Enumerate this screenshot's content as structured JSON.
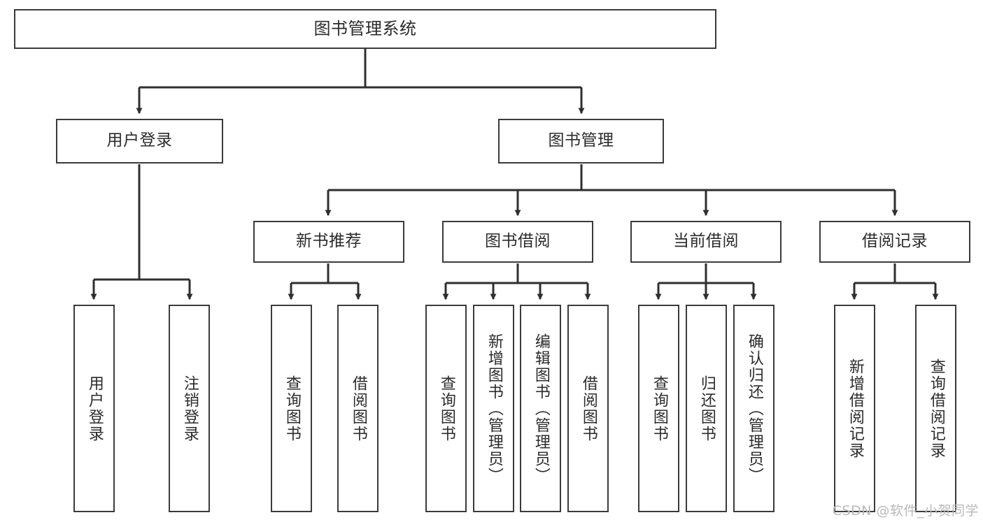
{
  "diagram": {
    "type": "tree",
    "title": "图书管理系统",
    "watermark": "CSDN @软件_小贺同学",
    "colors": {
      "box_border": "#3b3b3b",
      "box_fill": "#ffffff",
      "connector": "#2f2f2f",
      "text": "#2b2b2b",
      "watermark": "#b9b9b9",
      "background": "#ffffff"
    },
    "nodes": {
      "root": {
        "label": "图书管理系统"
      },
      "level2": [
        {
          "id": "user-login",
          "label": "用户登录"
        },
        {
          "id": "book-manage",
          "label": "图书管理"
        }
      ],
      "level3": [
        {
          "id": "new-book-recommend",
          "label": "新书推荐"
        },
        {
          "id": "book-borrow",
          "label": "图书借阅"
        },
        {
          "id": "current-borrow",
          "label": "当前借阅"
        },
        {
          "id": "borrow-record",
          "label": "借阅记录"
        }
      ],
      "leaves": {
        "user_login": [
          {
            "id": "leaf-user-login",
            "label": "用户登录"
          },
          {
            "id": "leaf-logout-login",
            "label": "注销登录"
          }
        ],
        "new_book_recommend": [
          {
            "id": "leaf-query-book-1",
            "label": "查询图书"
          },
          {
            "id": "leaf-borrow-book-1",
            "label": "借阅图书"
          }
        ],
        "book_borrow": [
          {
            "id": "leaf-query-book-2",
            "label": "查询图书"
          },
          {
            "id": "leaf-add-book",
            "label": "新增图书（管理员）"
          },
          {
            "id": "leaf-edit-book",
            "label": "编辑图书（管理员）"
          },
          {
            "id": "leaf-borrow-book-2",
            "label": "借阅图书"
          }
        ],
        "current_borrow": [
          {
            "id": "leaf-query-book-3",
            "label": "查询图书"
          },
          {
            "id": "leaf-return-book",
            "label": "归还图书"
          },
          {
            "id": "leaf-confirm-return",
            "label": "确认归还（管理员）"
          }
        ],
        "borrow_record": [
          {
            "id": "leaf-add-borrow-record",
            "label": "新增借阅记录"
          },
          {
            "id": "leaf-query-borrow-record",
            "label": "查询借阅记录"
          }
        ]
      }
    }
  }
}
